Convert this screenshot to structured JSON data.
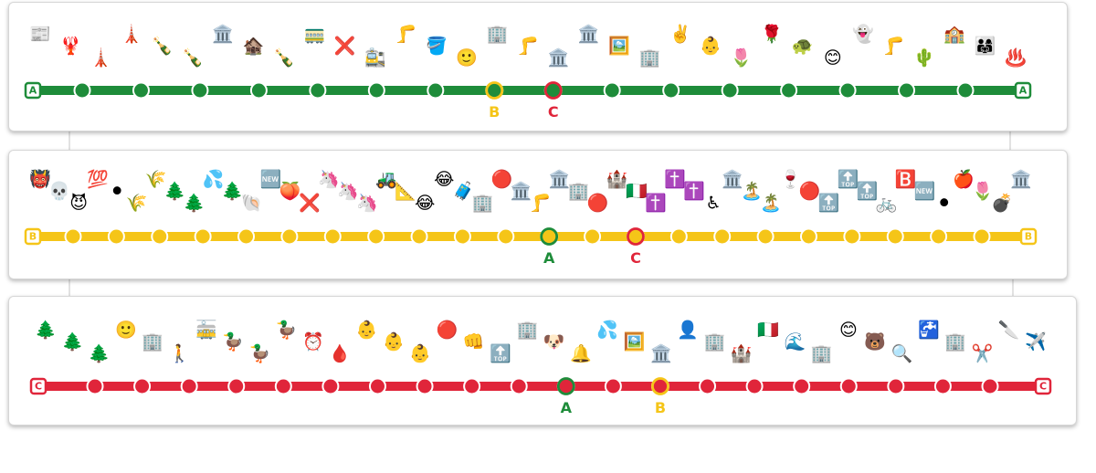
{
  "lines": [
    {
      "id": "A",
      "terminal_label": "A",
      "color": "#1e8c3a",
      "station_count": 16,
      "transfers": [
        {
          "label": "B",
          "station_index": 7,
          "color": "#f5c518"
        },
        {
          "label": "C",
          "station_index": 8,
          "color": "#e0253a"
        }
      ],
      "emojis": [
        "📰",
        "🦞",
        "🗼",
        "🗼",
        "🍾",
        "🍾",
        "🏛️",
        "🏚️",
        "🍾",
        "🚃",
        "❌",
        "🚉",
        "🦵",
        "🪣",
        "🙂",
        "🏢",
        "🦵",
        "🏛️",
        "🏛️",
        "🖼️",
        "🏢",
        "✌️",
        "👶",
        "🌷",
        "🌹",
        "🐢",
        "😊",
        "👻",
        "🦵",
        "🌵",
        "🏫",
        "👨‍👩‍👧",
        "♨️"
      ]
    },
    {
      "id": "B",
      "terminal_label": "B",
      "color": "#f5c518",
      "station_count": 22,
      "transfers": [
        {
          "label": "A",
          "station_index": 11,
          "color": "#1e8c3a"
        },
        {
          "label": "C",
          "station_index": 13,
          "color": "#e0253a"
        }
      ],
      "emojis": [
        "👹",
        "💀",
        "😈",
        "💯",
        "⚫",
        "🌾",
        "🌾",
        "🌲",
        "🌲",
        "💦",
        "🌲",
        "🐚",
        "🆕",
        "🍑",
        "❌",
        "🦄",
        "🦄",
        "🦄",
        "🚜",
        "📐",
        "😂",
        "😂",
        "🧳",
        "🏢",
        "🔴",
        "🏛️",
        "🦵",
        "🏛️",
        "🏢",
        "🔴",
        "🏰",
        "🇮🇹",
        "✝️",
        "✝️",
        "✝️",
        "♿",
        "🏛️",
        "🏝️",
        "🏝️",
        "🍷",
        "🔴",
        "🔝",
        "🔝",
        "🔝",
        "🚲",
        "🅱️",
        "🆕",
        "⚫",
        "🍎",
        "🌷",
        "💣",
        "🏛️"
      ]
    },
    {
      "id": "C",
      "terminal_label": "C",
      "color": "#e0253a",
      "station_count": 20,
      "transfers": [
        {
          "label": "A",
          "station_index": 10,
          "color": "#1e8c3a"
        },
        {
          "label": "B",
          "station_index": 12,
          "color": "#f5c518"
        }
      ],
      "emojis": [
        "🌲",
        "🌲",
        "🌲",
        "🙂",
        "🏢",
        "🚶",
        "🚋",
        "🦆",
        "🦆",
        "🦆",
        "⏰",
        "🩸",
        "👶",
        "👶",
        "👶",
        "🔴",
        "👊",
        "🔝",
        "🏢",
        "🐶",
        "🔔",
        "💦",
        "🖼️",
        "🏛️",
        "👤",
        "🏢",
        "🏰",
        "🇮🇹",
        "🌊",
        "🏢",
        "😊",
        "🐻",
        "🔍",
        "🚰",
        "🏢",
        "✂️",
        "🔪",
        "✈️"
      ]
    }
  ]
}
